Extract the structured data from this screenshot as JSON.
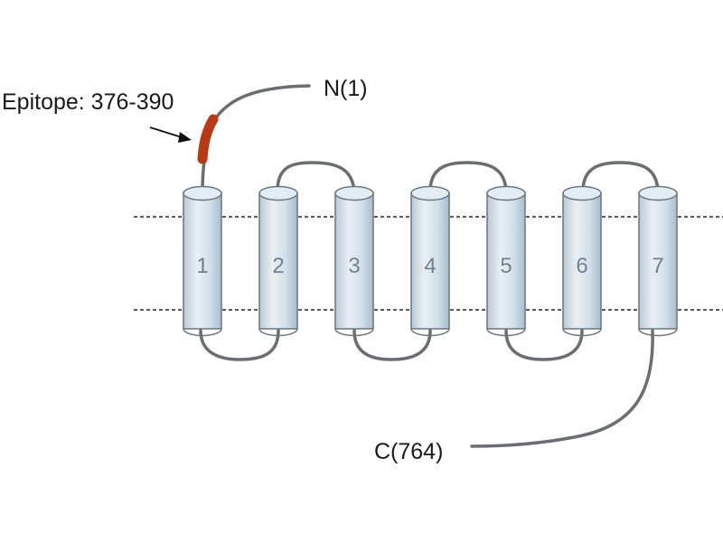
{
  "labels": {
    "epitope": "Epitope: 376-390",
    "n_terminus": "N(1)",
    "c_terminus": "C(764)"
  },
  "helices": [
    {
      "number": "1"
    },
    {
      "number": "2"
    },
    {
      "number": "3"
    },
    {
      "number": "4"
    },
    {
      "number": "5"
    },
    {
      "number": "6"
    },
    {
      "number": "7"
    }
  ],
  "colors": {
    "epitope": "#b83a14",
    "helix_fill": "#d4e0e9",
    "loop": "#6a6e72",
    "helix_number": "#6f8290"
  }
}
